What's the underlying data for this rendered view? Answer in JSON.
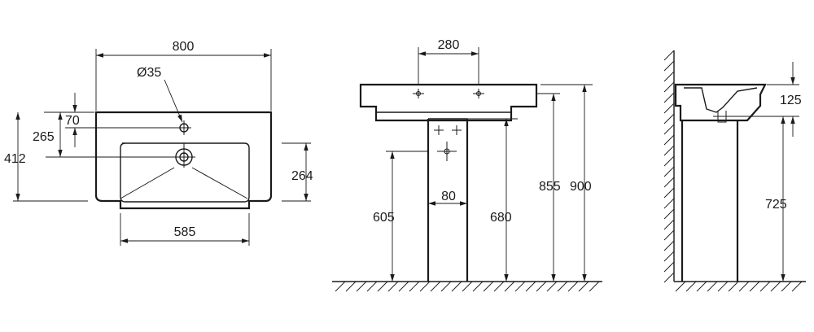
{
  "top_view": {
    "width": "800",
    "faucet_hole": "Ø35",
    "rim_depth": "70",
    "hole_distance": "265",
    "depth": "412",
    "bowl_depth": "264",
    "bowl_width": "585"
  },
  "front_view": {
    "mount_spacing": "280",
    "pedestal_width": "80",
    "drain_height": "605",
    "pedestal_height": "680",
    "rim_height": "855",
    "total_height": "900"
  },
  "side_view": {
    "rim_to_drain": "125",
    "drain_height": "725"
  }
}
